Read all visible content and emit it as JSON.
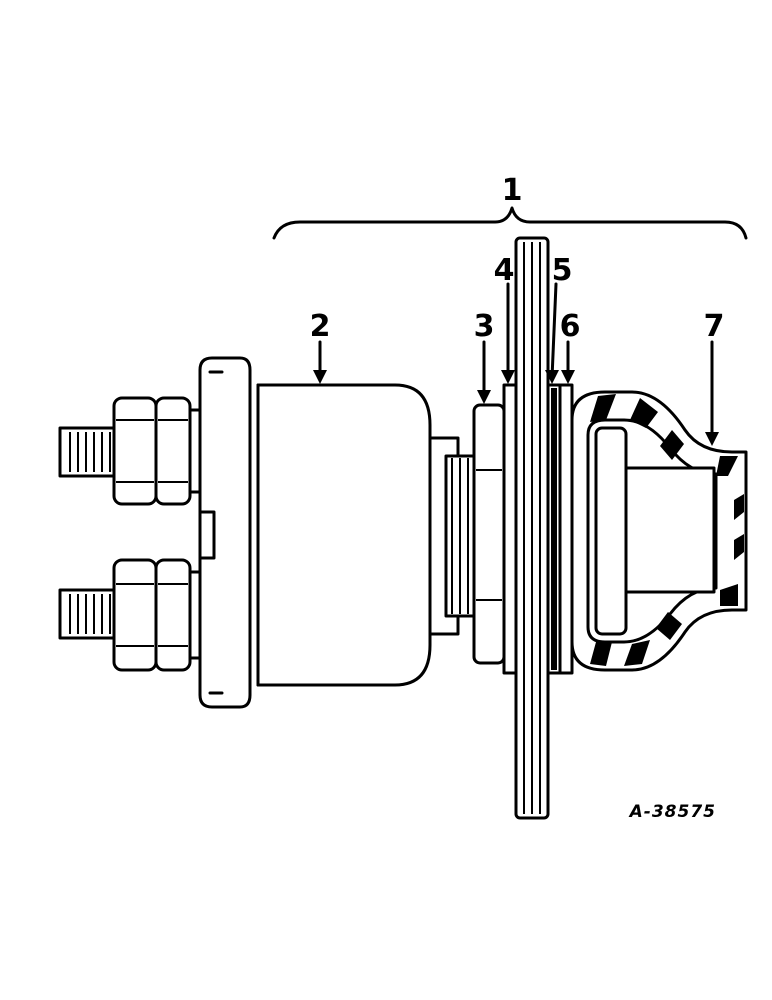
{
  "diagram": {
    "figure_id": "A-38575",
    "callouts": {
      "c1": "1",
      "c2": "2",
      "c3": "3",
      "c4": "4",
      "c5": "5",
      "c6": "6",
      "c7": "7"
    },
    "ink_color": "#000000",
    "paper_color": "#ffffff"
  }
}
